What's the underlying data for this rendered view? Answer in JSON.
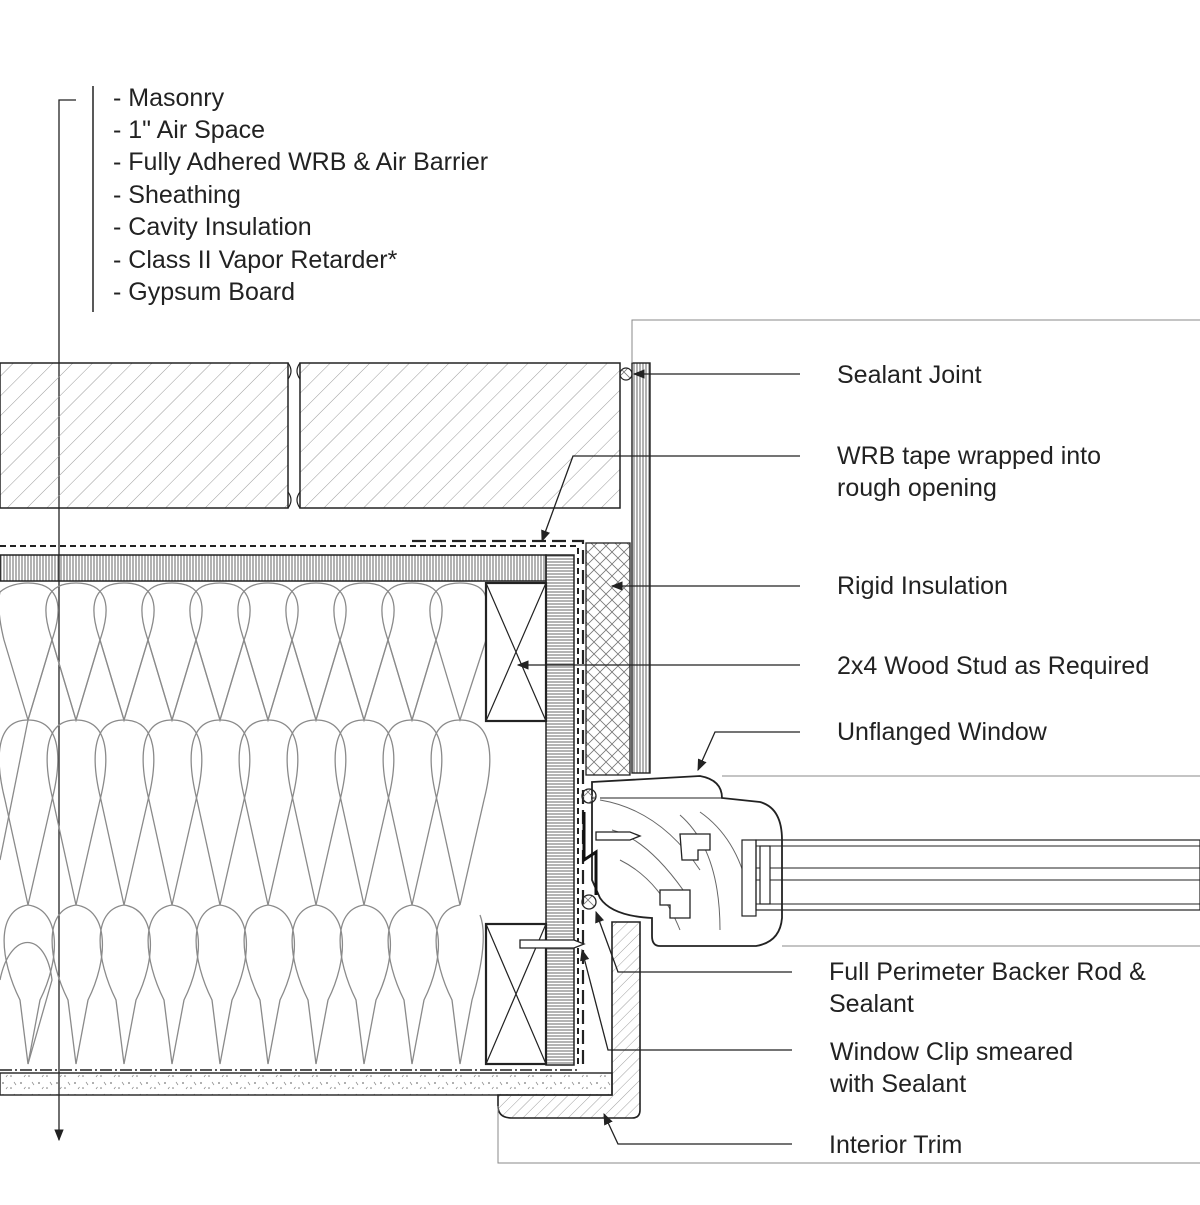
{
  "wall_assembly": {
    "layers": [
      "- Masonry",
      "- 1\" Air Space",
      "- Fully Adhered WRB & Air Barrier",
      "- Sheathing",
      "- Cavity Insulation",
      "- Class II Vapor Retarder*",
      "- Gypsum Board"
    ]
  },
  "callouts": {
    "sealant_joint": "Sealant Joint",
    "wrb_tape_line1": "WRB tape wrapped into",
    "wrb_tape_line2": "rough opening",
    "rigid_insulation": "Rigid Insulation",
    "wood_stud": "2x4 Wood Stud as Required",
    "unflanged_window": "Unflanged Window",
    "backer_rod_line1": "Full Perimeter Backer Rod &",
    "backer_rod_line2": "Sealant",
    "window_clip_line1": "Window Clip smeared",
    "window_clip_line2": "with Sealant",
    "interior_trim": "Interior Trim"
  },
  "colors": {
    "line": "#222222",
    "hatch": "#9a9a9a",
    "insulation": "#8a8a8a",
    "background": "#ffffff"
  }
}
